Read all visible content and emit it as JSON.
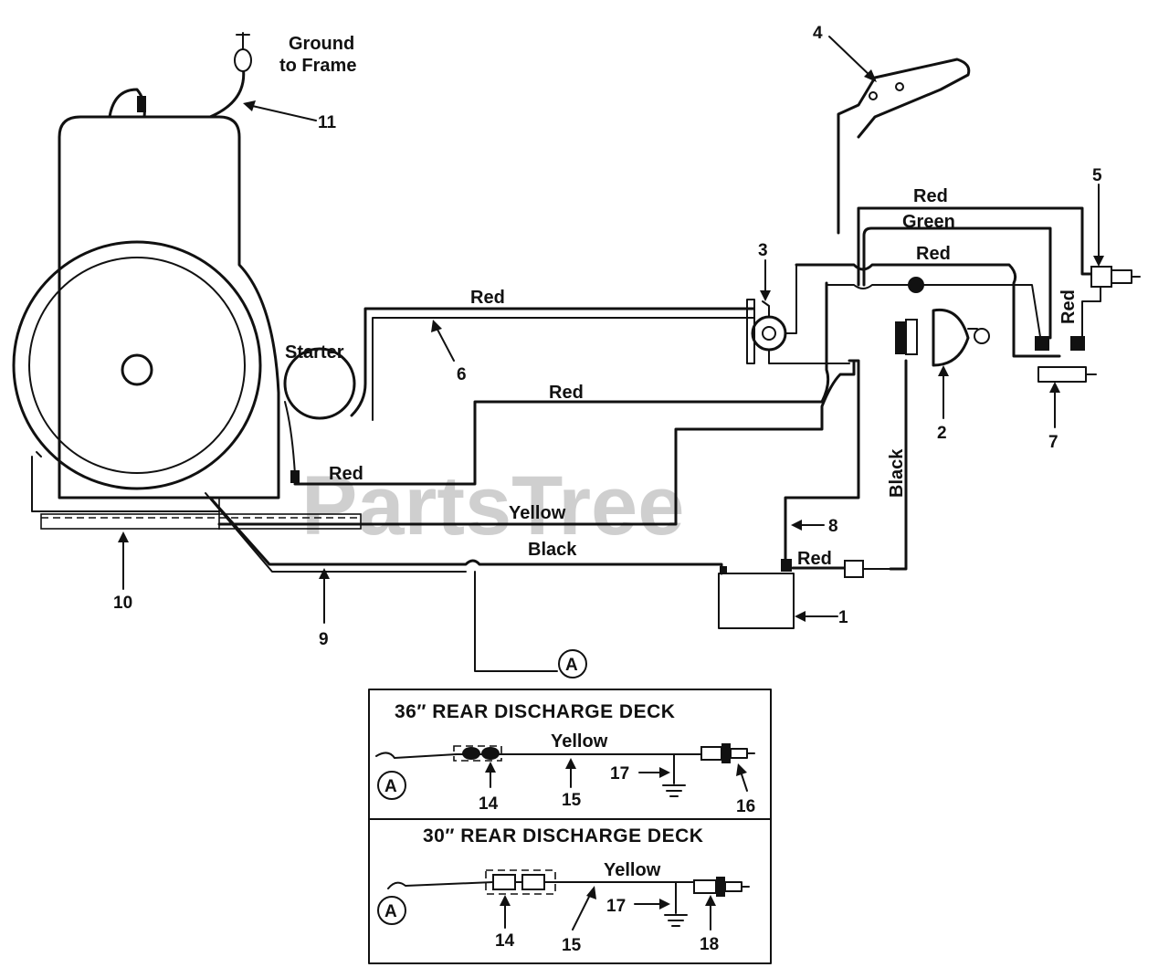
{
  "watermark": "PartsTree",
  "labels": {
    "ground_to_frame_line1": "Ground",
    "ground_to_frame_line2": "to Frame",
    "starter": "Starter",
    "wire_red_top1": "Red",
    "wire_green": "Green",
    "wire_red_top2": "Red",
    "wire_red_vertical": "Red",
    "wire_red_6": "Red",
    "wire_red_mid": "Red",
    "wire_red_low": "Red",
    "wire_yellow": "Yellow",
    "wire_black": "Black",
    "wire_black_vertical": "Black",
    "wire_red_battery": "Red"
  },
  "callouts": [
    "1",
    "2",
    "3",
    "4",
    "5",
    "6",
    "7",
    "8",
    "9",
    "10",
    "11"
  ],
  "connector_marker": "A",
  "insets": [
    {
      "title": "36″ REAR DISCHARGE DECK",
      "marker": "A",
      "wire_label": "Yellow",
      "callouts": [
        "14",
        "15",
        "17",
        "16"
      ]
    },
    {
      "title": "30″ REAR DISCHARGE DECK",
      "marker": "A",
      "wire_label": "Yellow",
      "callouts": [
        "14",
        "15",
        "17",
        "18"
      ]
    }
  ]
}
